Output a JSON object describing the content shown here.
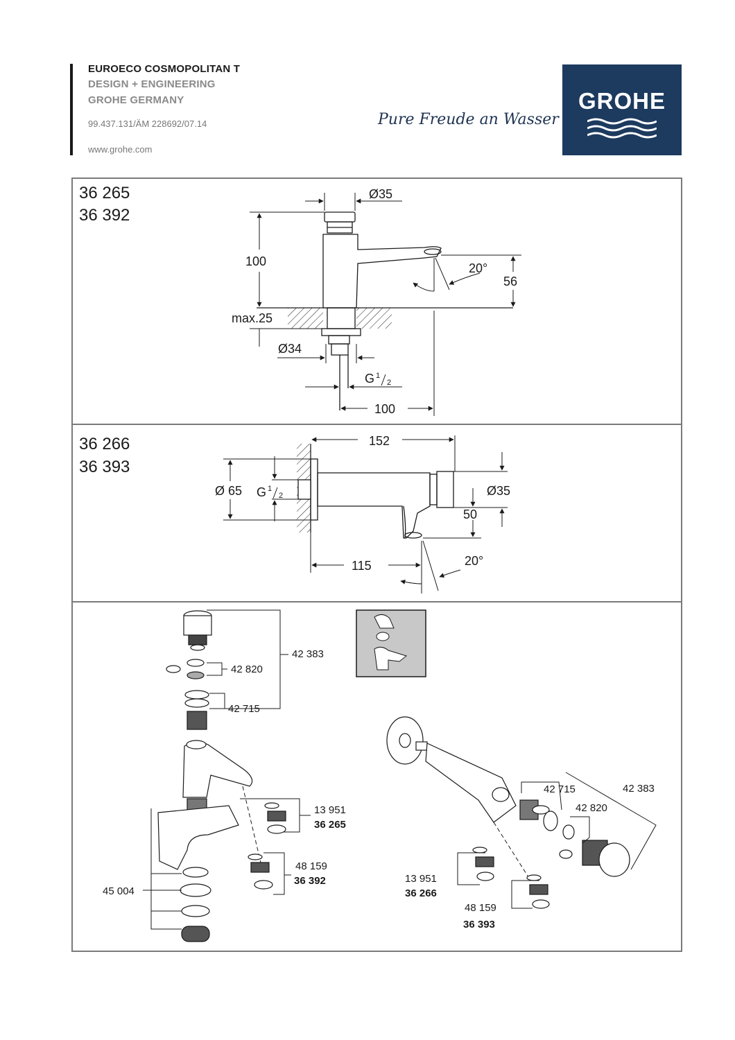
{
  "header": {
    "title": "EUROECO COSMOPOLITAN T",
    "subtitle_1": "DESIGN + ENGINEERING",
    "subtitle_2": "GROHE GERMANY",
    "doc_number": "99.437.131/ÄM 228692/07.14",
    "website": "www.grohe.com",
    "slogan": "Pure Freude an Wasser",
    "logo_text": "GROHE",
    "logo_color": "#1d3a5f"
  },
  "section1": {
    "model_1": "36 265",
    "model_2": "36 392",
    "dims": {
      "dia_top": "Ø35",
      "height": "100",
      "angle": "20°",
      "spout_height": "56",
      "max_thickness": "max.25",
      "dia_shank": "Ø34",
      "thread_g": "G",
      "thread_frac_1": "1",
      "thread_frac_2": "2",
      "reach": "100"
    }
  },
  "section2": {
    "model_1": "36 266",
    "model_2": "36 393",
    "dims": {
      "length": "152",
      "dia_rosette": "Ø 65",
      "thread_g": "G",
      "thread_frac_1": "1",
      "thread_frac_2": "2",
      "dia_button": "Ø35",
      "spout_drop": "50",
      "reach": "115",
      "angle": "20°"
    }
  },
  "section3": {
    "left_parts": [
      {
        "id": "42 383"
      },
      {
        "id": "42 820"
      },
      {
        "id": "42 715"
      },
      {
        "id": "13 951",
        "model": "36 265"
      },
      {
        "id": "48 159",
        "model": "36 392"
      },
      {
        "id": "45 004"
      }
    ],
    "right_parts": [
      {
        "id": "42 715"
      },
      {
        "id": "42 383"
      },
      {
        "id": "42 820"
      },
      {
        "id": "13 951",
        "model": "36 266"
      },
      {
        "id": "48 159",
        "model": "36 393"
      }
    ]
  }
}
